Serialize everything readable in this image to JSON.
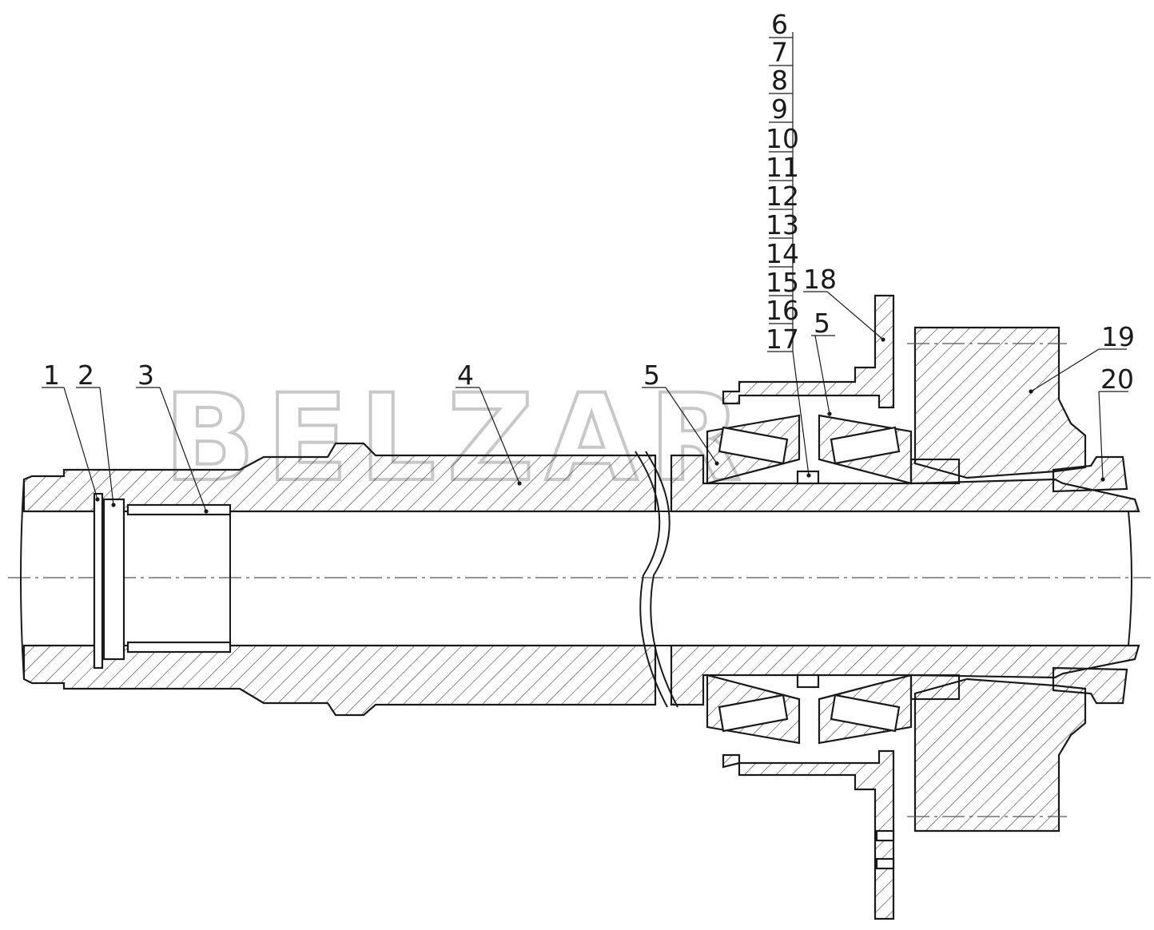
{
  "watermark": "BELZAR",
  "stack_labels": [
    "6",
    "7",
    "8",
    "9",
    "10",
    "11",
    "12",
    "13",
    "14",
    "15",
    "16",
    "17"
  ],
  "labels": {
    "p1": "1",
    "p2": "2",
    "p3": "3",
    "p4": "4",
    "p5_left": "5",
    "p5_right": "5",
    "p18": "18",
    "p19": "19",
    "p20": "20"
  },
  "colors": {
    "line": "#1a1a1a",
    "watermark": "#c8c8c8",
    "background": "#ffffff"
  }
}
